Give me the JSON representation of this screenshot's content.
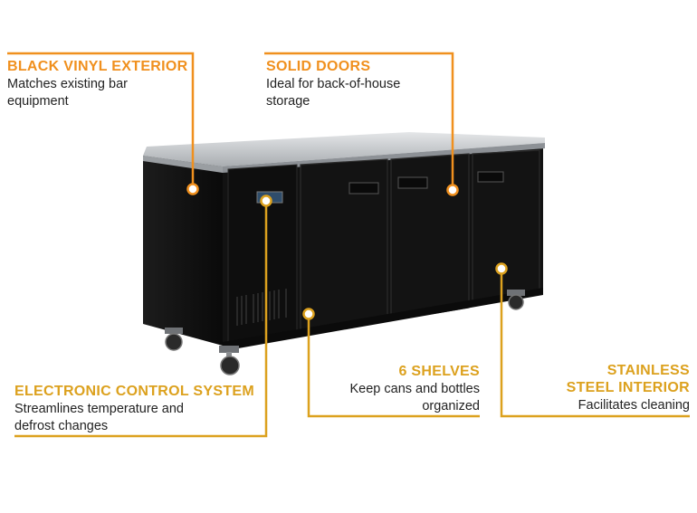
{
  "colors": {
    "accent_orange": "#f0901e",
    "accent_gold": "#dca11e",
    "cabinet": "#111111",
    "countertop": "#b9bcbf"
  },
  "callouts": {
    "black_vinyl": {
      "title": "BLACK VINYL EXTERIOR",
      "desc": [
        "Matches existing bar",
        "equipment"
      ]
    },
    "solid_doors": {
      "title": "SOLID DOORS",
      "desc": [
        "Ideal for back-of-house",
        "storage"
      ]
    },
    "electronic": {
      "title": "ELECTRONIC CONTROL SYSTEM",
      "desc": [
        "Streamlines temperature and",
        "defrost changes"
      ]
    },
    "shelves": {
      "title": "6 SHELVES",
      "desc": [
        "Keep cans and bottles",
        "organized"
      ]
    },
    "stainless": {
      "title": [
        "STAINLESS",
        "STEEL INTERIOR"
      ],
      "desc": [
        "Facilitates cleaning"
      ]
    }
  }
}
